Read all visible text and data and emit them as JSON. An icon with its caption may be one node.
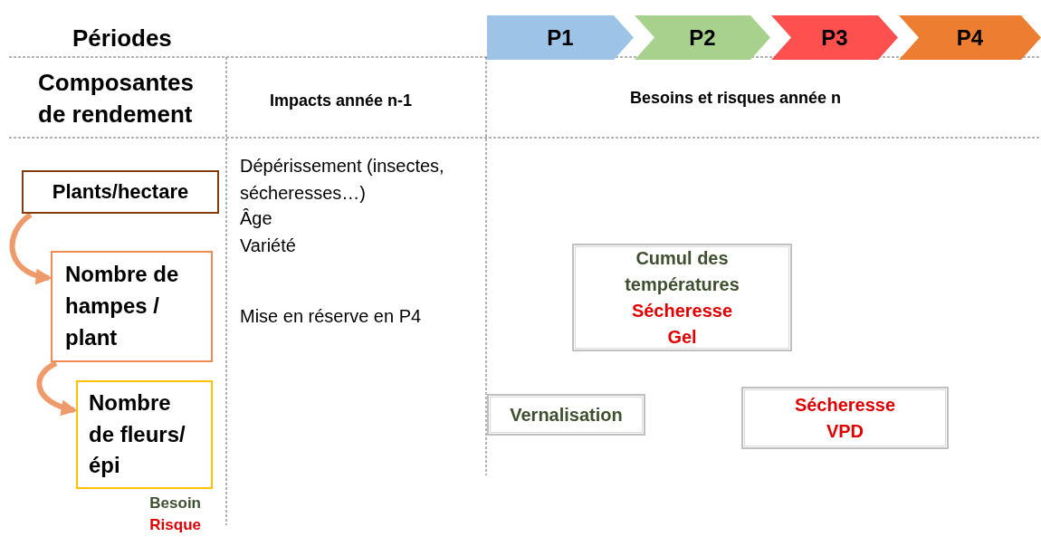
{
  "diagram": {
    "nodes": [
      {
        "text": [
          "P1"
        ]
      },
      {
        "text": [
          "P2"
        ]
      },
      {
        "text": [
          "P3"
        ]
      },
      {
        "text": [
          "P4"
        ]
      },
      {
        "text": [
          "Plants/hectare"
        ]
      },
      {
        "text": [
          "Nombre de hampes / plant"
        ]
      },
      {
        "text": [
          "Nombre de fleurs/ épi"
        ]
      },
      {
        "text": [
          "Cumul des températures",
          "Sécheresse",
          "Gel"
        ]
      },
      {
        "text": [
          "Vernalisation"
        ]
      },
      {
        "text": [
          "Sécheresse",
          "VPD"
        ]
      }
    ],
    "edges": [
      {
        "from": 4,
        "to": 5,
        "arrow": "to"
      },
      {
        "from": 5,
        "to": 6,
        "arrow": "to"
      }
    ],
    "labels": [
      "Périodes",
      "Composantes de rendement",
      "Impacts année n-1",
      "Besoins et risques année n",
      "Dépérissement (insectes,  sécheresses…)",
      "Âge",
      "Variété",
      "Mise en réserve en P4"
    ],
    "legend": [
      {
        "text": "Besoin",
        "color": "#3f5030"
      },
      {
        "text": "Risque",
        "color": "#e00000"
      }
    ]
  }
}
